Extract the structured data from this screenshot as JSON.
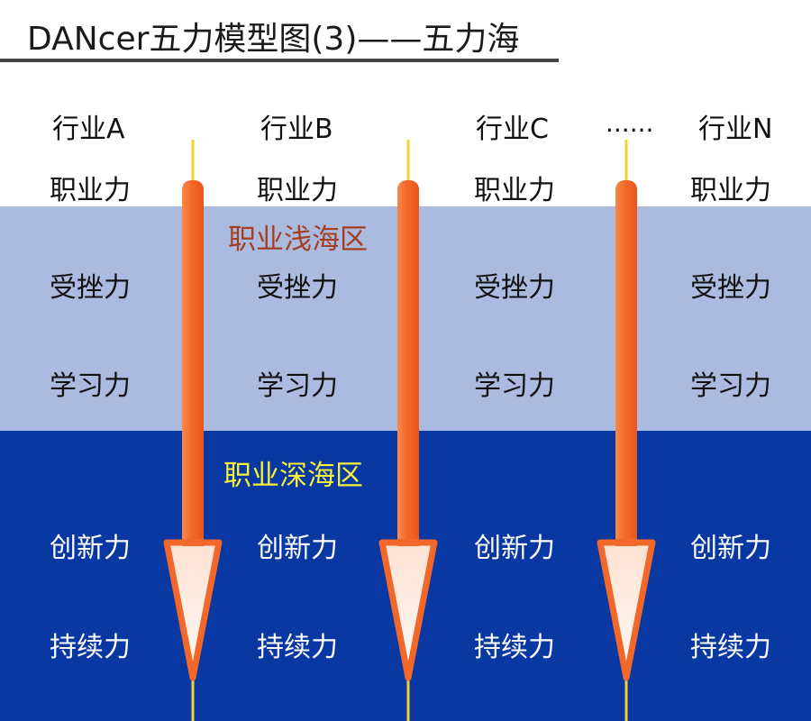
{
  "title": "DANcer五力模型图(3)——五力海",
  "zones": {
    "shallow_label": "职业浅海区",
    "deep_label": "职业深海区"
  },
  "industries": [
    {
      "name": "行业A",
      "abilities": [
        "职业力",
        "受挫力",
        "学习力",
        "创新力",
        "持续力"
      ]
    },
    {
      "name": "行业B",
      "abilities": [
        "职业力",
        "受挫力",
        "学习力",
        "创新力",
        "持续力"
      ]
    },
    {
      "name": "行业C",
      "abilities": [
        "职业力",
        "受挫力",
        "学习力",
        "创新力",
        "持续力"
      ]
    },
    {
      "name": "行业N",
      "abilities": [
        "职业力",
        "受挫力",
        "学习力",
        "创新力",
        "持续力"
      ]
    }
  ],
  "ellipsis": "......",
  "colors": {
    "shallow_zone": "#abbbe0",
    "deep_zone": "#0938a2",
    "shallow_label": "#a43d22",
    "deep_label": "#f6f03a",
    "arrow": "#f2672a",
    "guide_line": "#f5cf2a"
  }
}
